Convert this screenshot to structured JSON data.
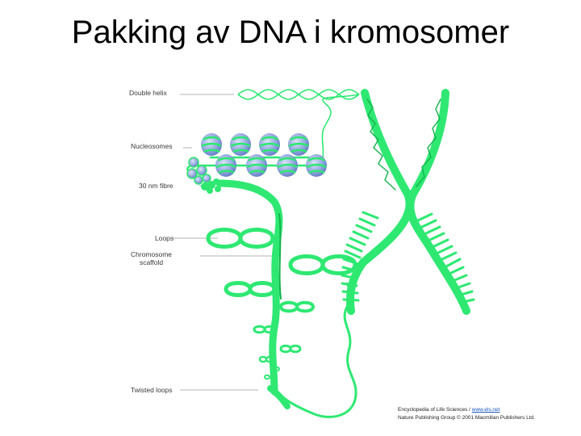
{
  "slide": {
    "title": "Pakking av DNA i kromosomer"
  },
  "diagram": {
    "labels": {
      "double_helix": "Double helix",
      "nucleosomes": "Nucleosomes",
      "fibre": "30 nm fibre",
      "loops": "Loops",
      "scaffold_line1": "Chromosome",
      "scaffold_line2": "scaffold",
      "twisted_loops": "Twisted loops"
    },
    "colors": {
      "dna": "#2ee872",
      "dna_dark": "#13b34c",
      "histone": "#7d95d6",
      "histone_light": "#dbe3f7",
      "label_line": "#9a9a9a"
    }
  },
  "credit": {
    "line1_prefix": "Encyclopedia of Life Sciences / ",
    "line1_link": "www.els.net",
    "line2": "Nature Publishing Group © 2001 Macmillan Publishers Ltd."
  }
}
